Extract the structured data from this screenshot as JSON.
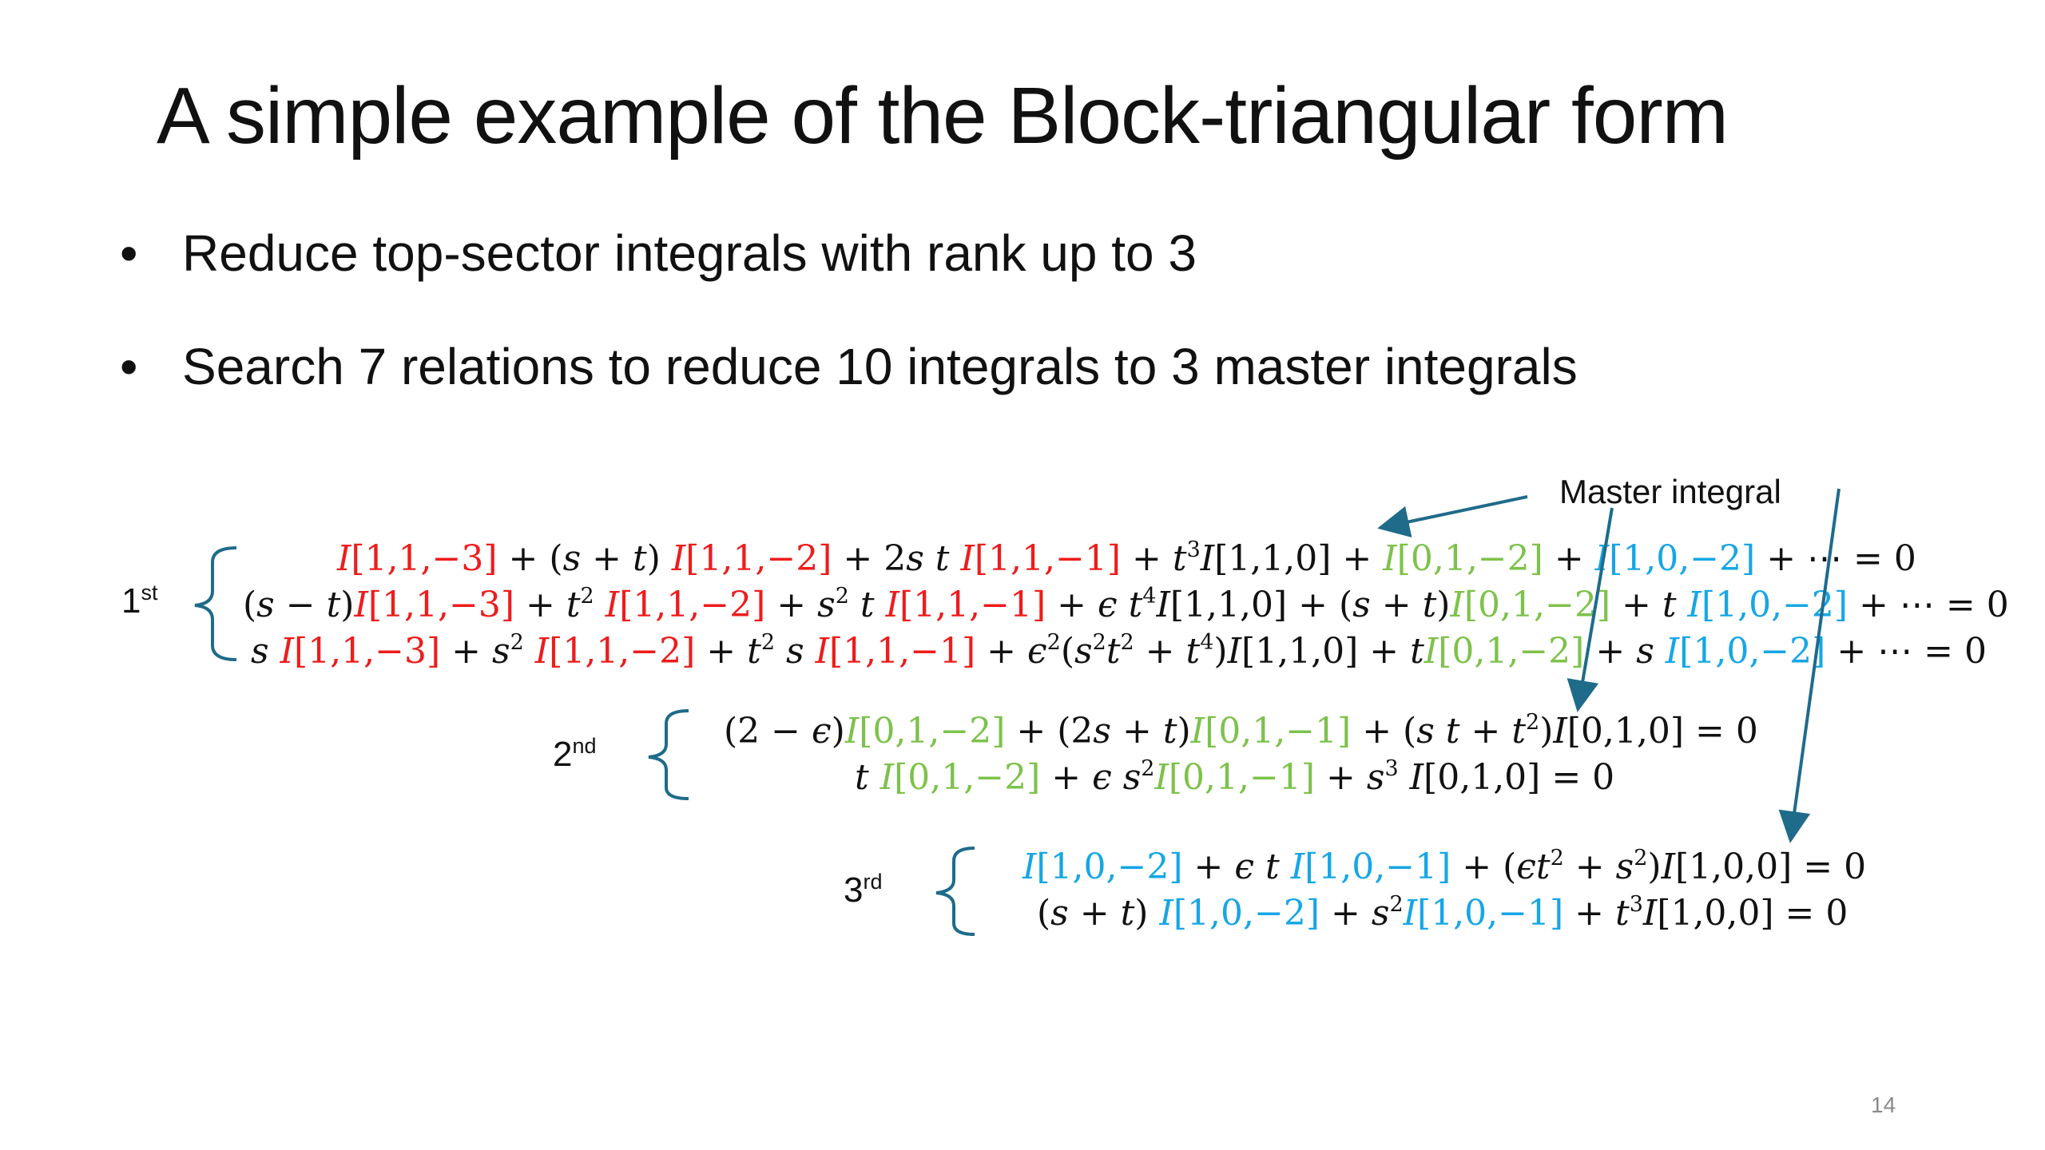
{
  "slide": {
    "title": "A simple example of the Block-triangular form",
    "bullets": [
      "Reduce top-sector integrals with rank up to 3",
      "Search 7 relations to reduce 10 integrals to 3 master integrals"
    ],
    "bullet_glyph": "•",
    "annotation": "Master integral",
    "page_number": "14",
    "blocks": [
      {
        "label_number": "1",
        "label_suffix": "st",
        "equations": [
          "I[1,1,−3] + (s + t) I[1,1,−2] + 2s t I[1,1,−1] + t³I[1,1,0] + I[0,1,−2] + I[1,0,−2] + ⋯ = 0",
          "(s − t)I[1,1,−3] + t² I[1,1,−2] + s² t I[1,1,−1] + ϵ t⁴I[1,1,0] + (s + t)I[0,1,−2] + t I[1,0,−2] + ⋯ = 0",
          "s I[1,1,−3] + s² I[1,1,−2] + t² s I[1,1,−1] + ϵ²(s²t² + t⁴)I[1,1,0] + tI[0,1,−2] + s I[1,0,−2] + ⋯ = 0"
        ]
      },
      {
        "label_number": "2",
        "label_suffix": "nd",
        "equations": [
          "(2 − ϵ)I[0,1,−2] + (2s + t)I[0,1,−1] + (s t + t²)I[0,1,0] = 0",
          "t I[0,1,−2] + ϵ s²I[0,1,−1] + s³ I[0,1,0] = 0"
        ]
      },
      {
        "label_number": "3",
        "label_suffix": "rd",
        "equations": [
          "I[1,0,−2] + ϵ t I[1,0,−1] + (ϵt² + s²)I[1,0,0] = 0",
          "(s + t) I[1,0,−2] + s²I[1,0,−1] + t³I[1,0,0] = 0"
        ]
      }
    ],
    "colors": {
      "text": "#111111",
      "sector_111": "#ee1c1c",
      "sector_011": "#7dc24b",
      "sector_101": "#16a6e6",
      "brace": "#1f6b8a",
      "arrow": "#1f6b8a",
      "page_number": "#8a8a8a"
    }
  }
}
